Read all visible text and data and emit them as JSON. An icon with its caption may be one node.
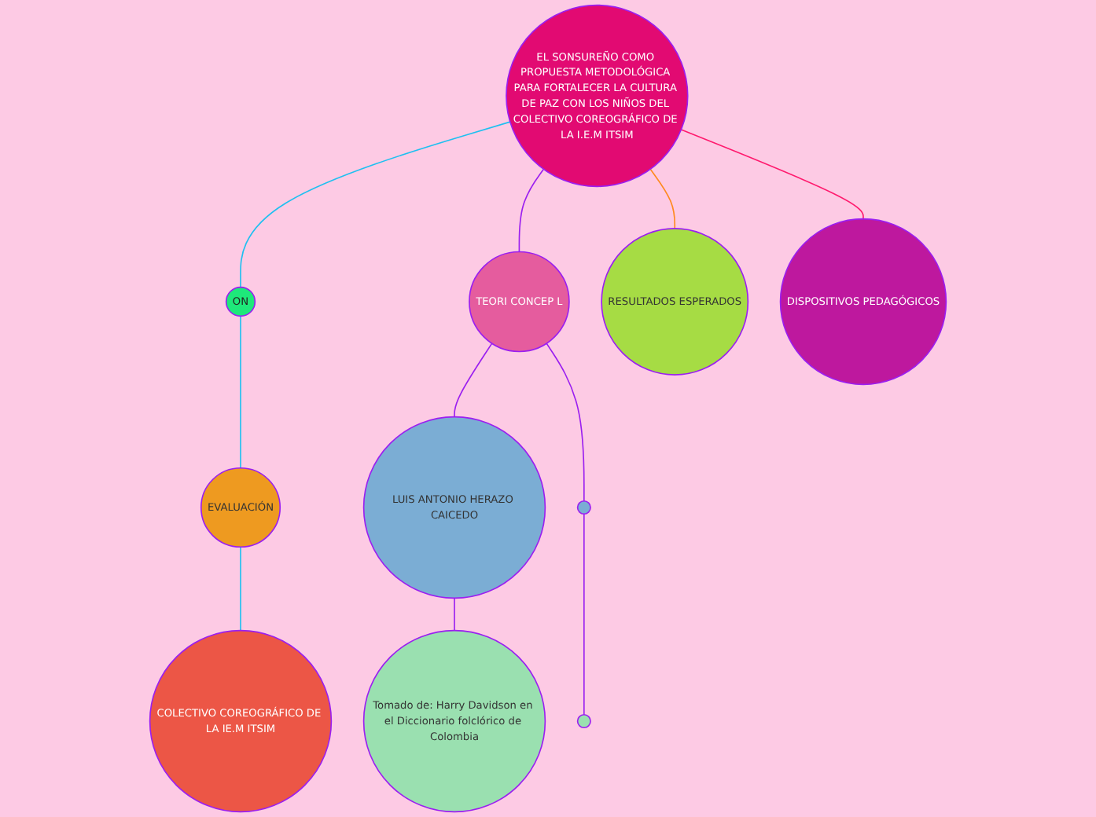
{
  "diagram": {
    "nodes": [
      {
        "text": [
          "EL SONSUREÑO COMO PROPUESTA METODOLÓGICA PARA FORTALECER LA CULTURA DE PAZ CON LOS NIÑOS DEL COLECTIVO COREOGRÁFICO DE LA I.E.M ITSIM"
        ]
      },
      {
        "text": [
          "ON"
        ]
      },
      {
        "text": [
          "EVALUACIÓN"
        ]
      },
      {
        "text": [
          "COLECTIVO COREOGRÁFICO DE LA IE.M ITSIM"
        ]
      },
      {
        "text": [
          "TEORI CONCEP L"
        ]
      },
      {
        "text": [
          "LUIS ANTONIO HERAZO CAICEDO"
        ]
      },
      {
        "text": [],
        "shape": "circle"
      },
      {
        "text": [
          "Tomado de: Harry Davidson en el Diccionario folclórico de Colombia"
        ]
      },
      {
        "text": [],
        "shape": "circle"
      },
      {
        "text": [
          "RESULTADOS ESPERADOS"
        ]
      },
      {
        "text": [
          "DISPOSITIVOS PEDAGÓGICOS"
        ]
      }
    ],
    "edges": [
      {
        "from": 0,
        "to": 1,
        "arrow": "none",
        "color": "#1ec0f0"
      },
      {
        "from": 1,
        "to": 2,
        "arrow": "none",
        "color": "#1ec0f0"
      },
      {
        "from": 2,
        "to": 3,
        "arrow": "none",
        "color": "#1ec0f0"
      },
      {
        "from": 0,
        "to": 4,
        "arrow": "none"
      },
      {
        "from": 4,
        "to": 5,
        "arrow": "none"
      },
      {
        "from": 4,
        "to": 6,
        "arrow": "none"
      },
      {
        "from": 5,
        "to": 7,
        "arrow": "none"
      },
      {
        "from": 6,
        "to": 8,
        "arrow": "none"
      },
      {
        "from": 0,
        "to": 9,
        "arrow": "none",
        "color": "#ff8a1f"
      },
      {
        "from": 0,
        "to": 10,
        "arrow": "none",
        "color": "#ff1a6e"
      }
    ]
  }
}
